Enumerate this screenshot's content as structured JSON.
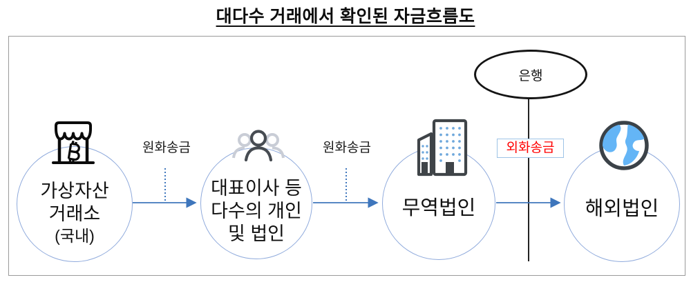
{
  "title": "대다수 거래에서 확인된 자금흐름도",
  "bank": {
    "label": "은행"
  },
  "nodes": [
    {
      "id": "crypto-exchange",
      "icon": "bitcoin-store-icon",
      "lines": [
        "가상자산",
        "거래소",
        "(국내)"
      ]
    },
    {
      "id": "ceo-individuals",
      "icon": "people-icon",
      "lines": [
        "대표이사 등",
        "다수의 개인",
        "및 법인"
      ]
    },
    {
      "id": "trade-corporation",
      "icon": "buildings-icon",
      "lines": [
        "무역법인"
      ]
    },
    {
      "id": "overseas-corporation",
      "icon": "globe-icon",
      "lines": [
        "해외법인"
      ]
    }
  ],
  "edges": [
    {
      "from": "crypto-exchange",
      "to": "ceo-individuals",
      "label": "원화송금",
      "style": "plain"
    },
    {
      "from": "ceo-individuals",
      "to": "trade-corporation",
      "label": "원화송금",
      "style": "plain"
    },
    {
      "from": "trade-corporation",
      "to": "overseas-corporation",
      "label": "외화송금",
      "style": "red-boxed"
    }
  ],
  "colors": {
    "arrow_blue": "#3E76BC",
    "circle_stroke_blue": "#8FAADC",
    "red_label": "#FF0000",
    "label_box_border": "#9DC3E6",
    "icon_dark_gray": "#3F4448",
    "icon_light_blue": "#64B5F6",
    "ghost_gray": "#C9CDD6",
    "bank_outline": "#141414",
    "frame_border": "#999999"
  }
}
